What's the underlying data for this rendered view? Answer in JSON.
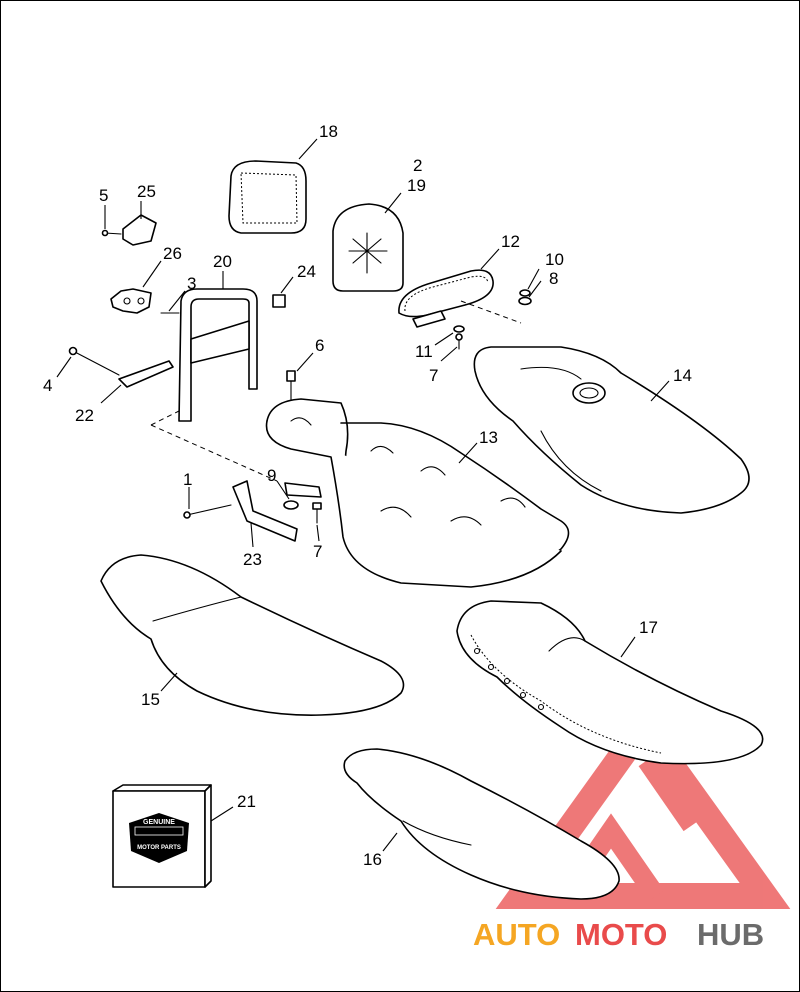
{
  "callouts": [
    {
      "id": "c18",
      "label": "18"
    },
    {
      "id": "c2",
      "label": "2"
    },
    {
      "id": "c19",
      "label": "19"
    },
    {
      "id": "c5",
      "label": "5"
    },
    {
      "id": "c25",
      "label": "25"
    },
    {
      "id": "c26",
      "label": "26"
    },
    {
      "id": "c20",
      "label": "20"
    },
    {
      "id": "c3",
      "label": "3"
    },
    {
      "id": "c24",
      "label": "24"
    },
    {
      "id": "c12",
      "label": "12"
    },
    {
      "id": "c10",
      "label": "10"
    },
    {
      "id": "c8",
      "label": "8"
    },
    {
      "id": "c11",
      "label": "11"
    },
    {
      "id": "c7a",
      "label": "7"
    },
    {
      "id": "c6",
      "label": "6"
    },
    {
      "id": "c14",
      "label": "14"
    },
    {
      "id": "c4",
      "label": "4"
    },
    {
      "id": "c22",
      "label": "22"
    },
    {
      "id": "c13",
      "label": "13"
    },
    {
      "id": "c1",
      "label": "1"
    },
    {
      "id": "c9",
      "label": "9"
    },
    {
      "id": "c23",
      "label": "23"
    },
    {
      "id": "c7b",
      "label": "7"
    },
    {
      "id": "c17",
      "label": "17"
    },
    {
      "id": "c15",
      "label": "15"
    },
    {
      "id": "c21",
      "label": "21"
    },
    {
      "id": "c16",
      "label": "16"
    }
  ],
  "logo_box": {
    "line1": "GENUINE",
    "line3": "MOTOR PARTS"
  },
  "watermark": {
    "part1": "AUTO",
    "part2": "MOTO",
    "part3": "HUB",
    "color_auto": "#f5a623",
    "color_moto": "#e94b4b",
    "color_hub": "#6b6b6b"
  }
}
